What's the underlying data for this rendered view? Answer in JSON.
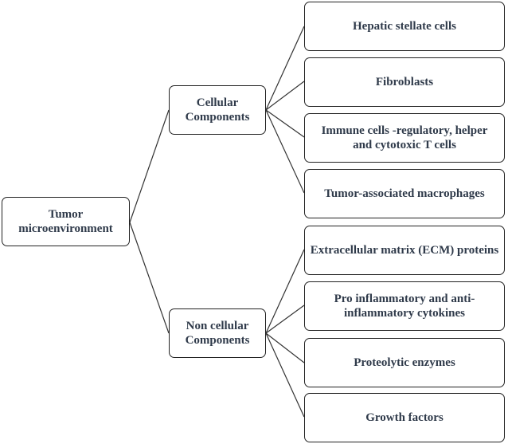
{
  "diagram": {
    "root": {
      "label": "Tumor\nmicroenvironment"
    },
    "branches": [
      {
        "label": "Cellular\nComponents",
        "children": [
          "Hepatic stellate cells",
          "Fibroblasts",
          "Immune cells -regulatory, helper\nand cytotoxic T cells",
          "Tumor-associated macrophages"
        ]
      },
      {
        "label": "Non cellular\nComponents",
        "children": [
          "Extracellular matrix (ECM) proteins",
          "Pro inflammatory and anti-\ninflammatory cytokines",
          "Proteolytic enzymes",
          "Growth factors"
        ]
      }
    ],
    "colors": {
      "text": "#2f3a4a",
      "border": "#222222",
      "line": "#333333"
    }
  }
}
